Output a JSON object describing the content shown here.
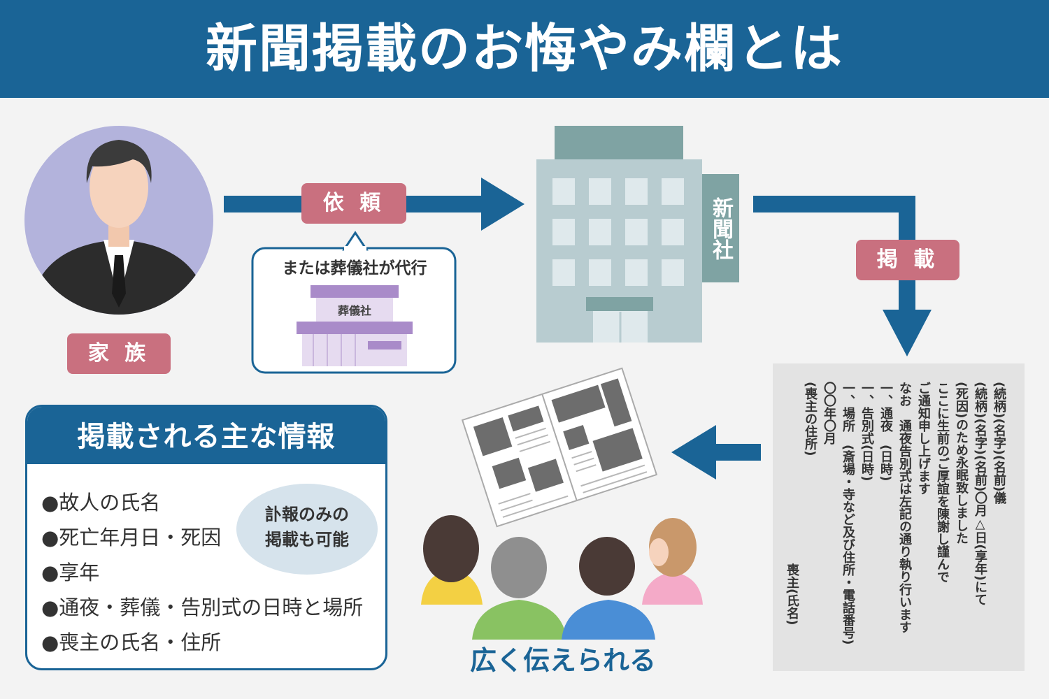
{
  "header": {
    "title": "新聞掲載のお悔やみ欄とは"
  },
  "family": {
    "label": "家 族"
  },
  "flow": {
    "request_label": "依 頼",
    "callout": "または葬儀社が代行",
    "funeral_sign": "葬儀社",
    "newspaper_sign": "新聞社",
    "publish_label": "掲 載",
    "spread_caption": "広く伝えられる"
  },
  "info_box": {
    "title": "掲載される主な情報",
    "items": [
      "●故人の氏名",
      "●死亡年月日・死因",
      "●享年",
      "●通夜・葬儀・告別式の日時と場所",
      "●喪主の氏名・住所"
    ],
    "bubble_lines": [
      "訃報のみの",
      "掲載も可能"
    ]
  },
  "notice": {
    "lines": [
      "(続柄)(名字)(名前)儀",
      "(続柄)(名字)(名前)〇月△日(享年)にて",
      "(死因)のため永眠致しました",
      "ここに生前のご厚誼を陳謝し謹んで",
      "ご通知申し上げます",
      "なお　通夜告別式は左記の通り執り行います",
      "一、通夜　(日時)",
      "一、告別式(日時)",
      "一、場所　(斎場・寺など及び住所・電話番号)",
      "〇〇年〇月",
      "(喪主の住所)"
    ],
    "signature": "喪主(氏名)"
  },
  "colors": {
    "primary": "#1a6496",
    "tag": "#c9707f",
    "building": "#b8ccd0",
    "building_roof": "#7fa3a3",
    "avatar_bg": "#b3b3dc",
    "funeral": "#a98bc9"
  }
}
